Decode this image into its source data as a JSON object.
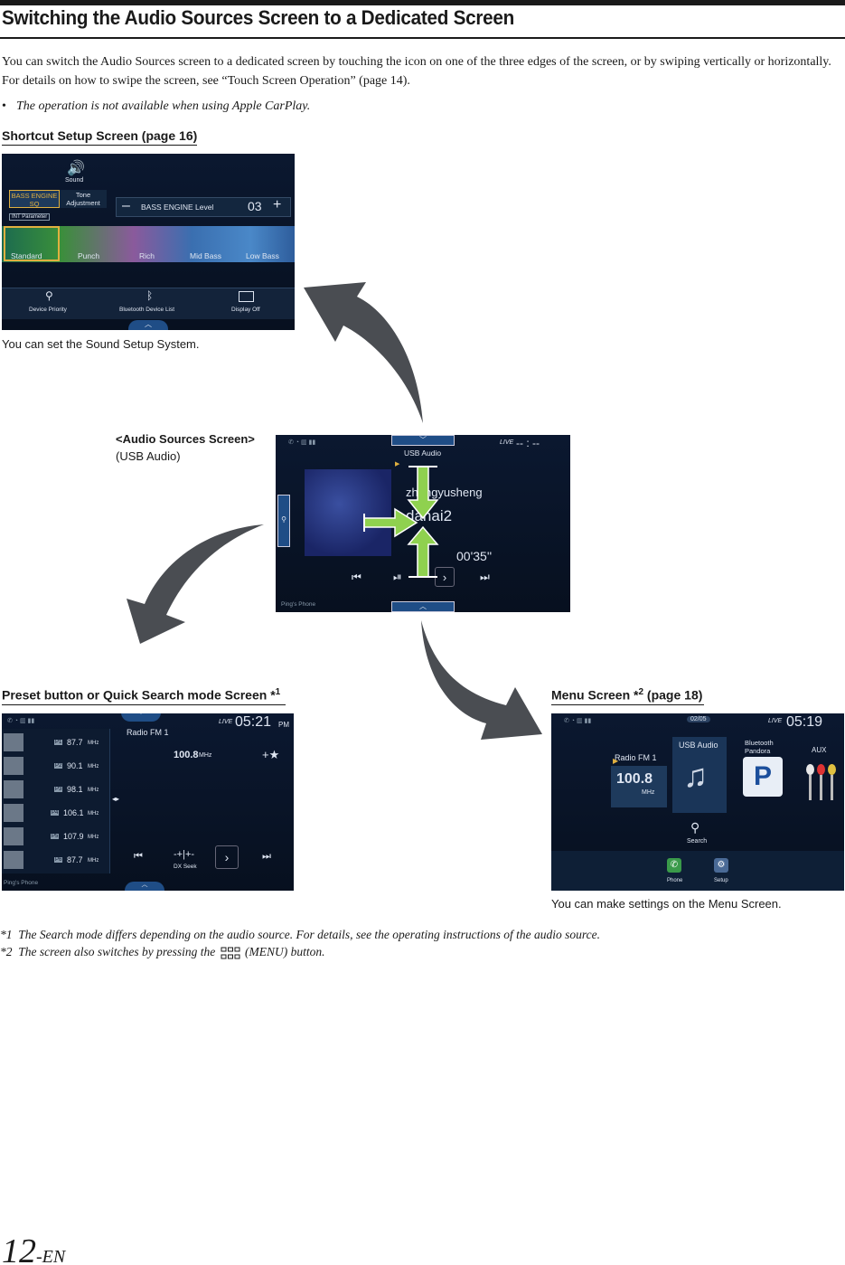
{
  "page": {
    "title": "Switching the Audio Sources Screen to a Dedicated Screen",
    "intro": "You can switch the Audio Sources screen to a dedicated screen by touching the icon on one of the three edges of the screen, or by swiping vertically or horizontally. For details on how to swipe the screen, see “Touch Screen Operation” (page 14).",
    "bullet": "•",
    "note": "The operation is not available when using Apple CarPlay.",
    "page_number": "12",
    "page_suffix": "-EN"
  },
  "shortcut": {
    "heading": "Shortcut Setup Screen (page 16)",
    "caption": "You can set the Sound Setup System.",
    "screen": {
      "sound": "Sound",
      "tab_bass": "BASS ENGINE SQ",
      "tab_tone": "Tone Adjustment",
      "int_param": "INT Parameter",
      "minus": "–",
      "plus": "+",
      "level_label": "BASS ENGINE Level",
      "level_value": "03",
      "presets": [
        "Standard",
        "Punch",
        "Rich",
        "Mid Bass",
        "Low Bass"
      ],
      "bottom": [
        "Device Priority",
        "Bluetooth Device List",
        "Display Off"
      ]
    }
  },
  "audio": {
    "label": "<Audio Sources Screen>",
    "sublabel": "(USB Audio)",
    "screen": {
      "source": "USB Audio",
      "live": "LIVE",
      "time": "-- : --",
      "artist": "zhengyusheng",
      "track": "danai2",
      "elapsed": "00'35''",
      "phone": "Ping's Phone"
    }
  },
  "preset": {
    "heading": "Preset button or Quick Search mode Screen *",
    "heading_sup": "1",
    "screen": {
      "source": "Radio FM 1",
      "live": "LIVE",
      "time": "05:21",
      "ampm": "PM",
      "freq": "100.8",
      "unit": "MHz",
      "dx": "DX Seek",
      "phone": "Ping's Phone",
      "presets": [
        {
          "p": "P1",
          "f": "87.7",
          "u": "MHz"
        },
        {
          "p": "P2",
          "f": "90.1",
          "u": "MHz"
        },
        {
          "p": "P3",
          "f": "98.1",
          "u": "MHz"
        },
        {
          "p": "P4",
          "f": "106.1",
          "u": "MHz"
        },
        {
          "p": "P5",
          "f": "107.9",
          "u": "MHz"
        },
        {
          "p": "P6",
          "f": "87.7",
          "u": "MHz"
        }
      ]
    }
  },
  "menu": {
    "heading_a": "Menu Screen *",
    "heading_sup": "2",
    "heading_b": " (page 18)",
    "caption": "You can make settings on the Menu Screen.",
    "screen": {
      "page": "02/05",
      "live": "LIVE",
      "time": "05:19",
      "radio": "Radio FM 1",
      "freq": "100.8",
      "unit": "MHz",
      "usb": "USB Audio",
      "bt": "Bluetooth Pandora",
      "aux": "AUX",
      "pandora_letter": "P",
      "search": "Search",
      "phone": "Phone",
      "setup": "Setup"
    }
  },
  "footnotes": {
    "f1_mark": "*1",
    "f1": "The Search mode differs depending on the audio source. For details, see the operating instructions of the audio source.",
    "f2_mark": "*2",
    "f2_a": "The screen also switches by pressing the",
    "f2_b": "(MENU) button."
  },
  "colors": {
    "text": "#1a1a1a",
    "arrow": "#4a4d52",
    "swipe_arrow": "#8fd14f",
    "screen_bg": "#0b1830",
    "accent_orange": "#e0b040"
  }
}
